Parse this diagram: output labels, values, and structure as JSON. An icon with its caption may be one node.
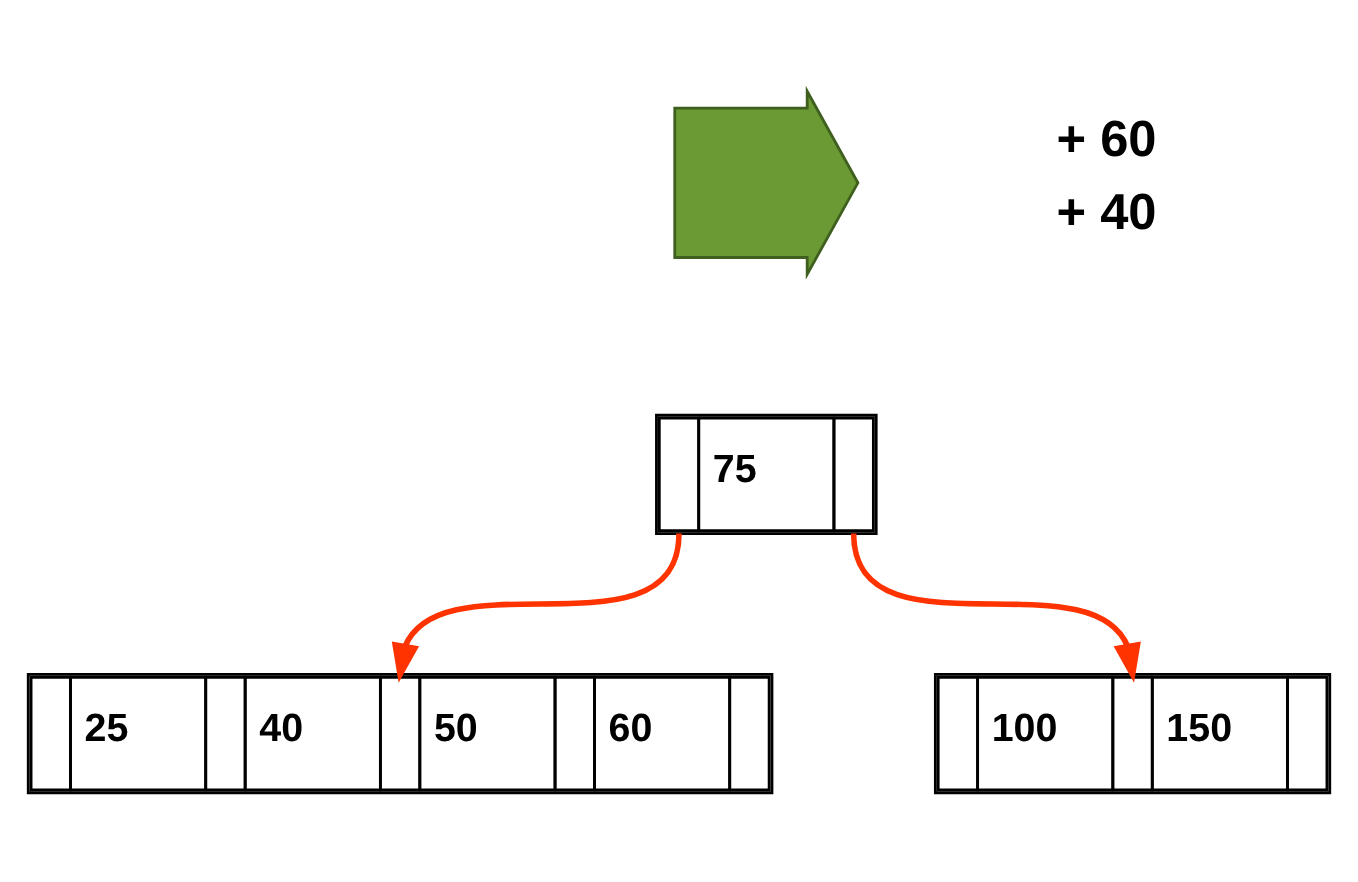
{
  "diagram": {
    "nodes": [
      {
        "text": [],
        "shape": "arrow",
        "beside": [
          "+ 60",
          "+ 40"
        ]
      },
      {
        "text": [
          "75"
        ]
      },
      {
        "text": [
          "25",
          "40",
          "50",
          "60"
        ]
      },
      {
        "text": [
          "100",
          "150"
        ]
      }
    ],
    "edges": [
      {
        "from": 1,
        "to": 2,
        "arrow": "to"
      },
      {
        "from": 1,
        "to": 3,
        "arrow": "to"
      }
    ]
  }
}
